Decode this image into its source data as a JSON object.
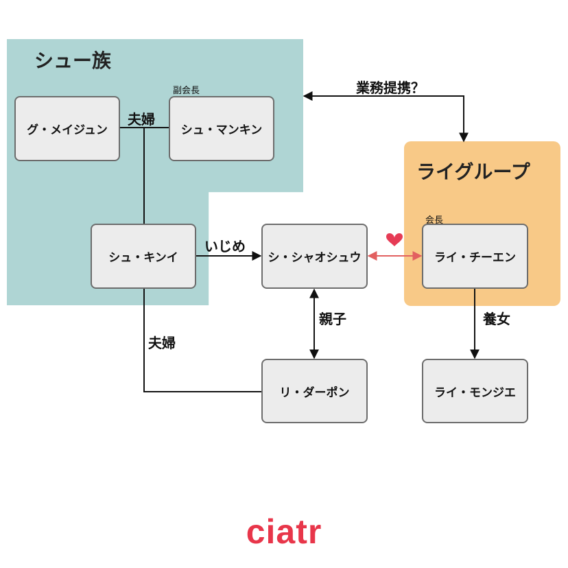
{
  "groups": {
    "shu": {
      "title": "シュー族",
      "color": "#afd5d4"
    },
    "lai": {
      "title": "ライグループ",
      "color": "#f8c987"
    }
  },
  "nodes": {
    "gu_meijun": "グ・メイジュン",
    "shu_mankin": "シュ・マンキン",
    "shu_kinyi": "シュ・キンイ",
    "shi_shaoshuu": "シ・シャオシュウ",
    "lai_chien": "ライ・チーエン",
    "li_dapon": "リ・ダーポン",
    "lai_monjie": "ライ・モンジエ"
  },
  "roles": {
    "vice_chairman": "副会長",
    "chairman": "会長"
  },
  "relations": {
    "couple_top": "夫婦",
    "bullying": "いじめ",
    "parent_child": "親子",
    "couple_left": "夫婦",
    "adopted_daughter": "養女",
    "business_tie": "業務提携？",
    "love_icon": "heart-icon"
  },
  "colors": {
    "line": "#111111",
    "love_line": "#e26060",
    "heart": "#e63b55",
    "brand": "#e8364a"
  },
  "brand": "ciatr"
}
